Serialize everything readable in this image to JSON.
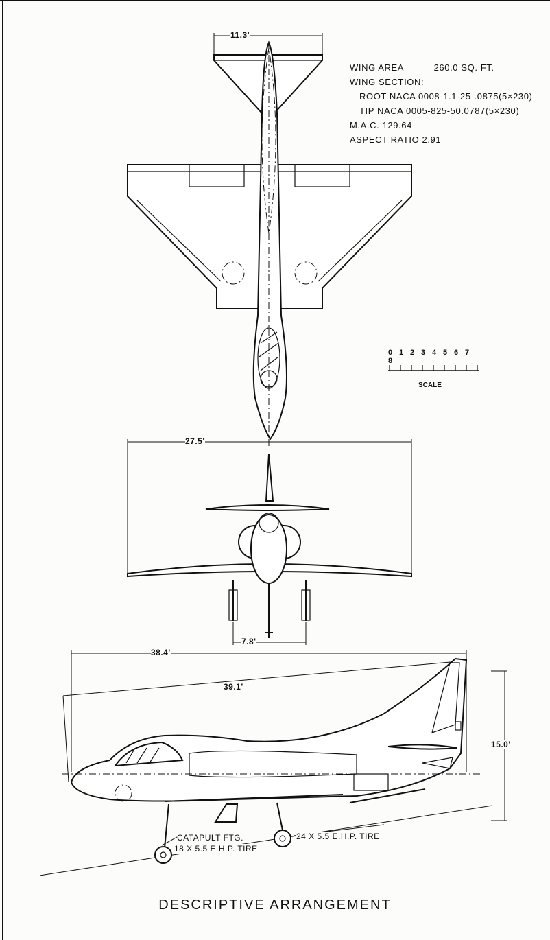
{
  "dimensions": {
    "tail_span": "11.3'",
    "wing_span": "27.5'",
    "gear_track": "7.8'",
    "length_overall": "38.4'",
    "length_ref": "39.1'",
    "height": "15.0'"
  },
  "specs": {
    "wing_area_label": "WING AREA",
    "wing_area_value": "260.0 SQ. FT.",
    "wing_section_label": "WING SECTION:",
    "root_section": "ROOT NACA 0008-1.1-25-.0875(5×230)",
    "tip_section": "TIP NACA 0005-825-50.0787(5×230)",
    "mac": "M.A.C. 129.64",
    "aspect_ratio": "ASPECT RATIO 2.91"
  },
  "scale": {
    "ticks": [
      "0",
      "1",
      "2",
      "3",
      "4",
      "5",
      "6",
      "7",
      "8"
    ],
    "label": "SCALE"
  },
  "callouts": {
    "catapult": "CATAPULT FTG.",
    "nose_tire": "18 X 5.5 E.H.P. TIRE",
    "main_tire": "24 X 5.5 E.H.P. TIRE"
  },
  "title": "DESCRIPTIVE ARRANGEMENT"
}
